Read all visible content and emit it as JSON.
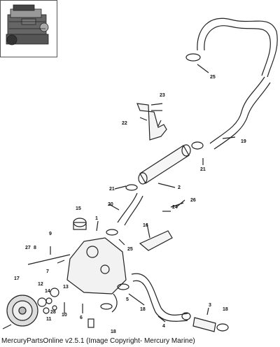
{
  "footer": {
    "caption": "MercuryPartsOnline v2.5.1 (Image Copyright- Mercury Marine)"
  },
  "thumbnail": {
    "icon": "engine-thumbnail-icon"
  },
  "callouts": [
    {
      "name": "callout-25-top",
      "text": "25"
    },
    {
      "name": "callout-23",
      "text": "23"
    },
    {
      "name": "callout-22",
      "text": "22"
    },
    {
      "name": "callout-19",
      "text": "19"
    },
    {
      "name": "callout-21-upper",
      "text": "21"
    },
    {
      "name": "callout-2",
      "text": "2"
    },
    {
      "name": "callout-21-lower",
      "text": "21"
    },
    {
      "name": "callout-26",
      "text": "26"
    },
    {
      "name": "callout-24",
      "text": "24"
    },
    {
      "name": "callout-15",
      "text": "15"
    },
    {
      "name": "callout-20",
      "text": "20"
    },
    {
      "name": "callout-1",
      "text": "1"
    },
    {
      "name": "callout-16",
      "text": "16"
    },
    {
      "name": "callout-25-mid",
      "text": "25"
    },
    {
      "name": "callout-9",
      "text": "9"
    },
    {
      "name": "callout-27",
      "text": "27"
    },
    {
      "name": "callout-8",
      "text": "8"
    },
    {
      "name": "callout-7",
      "text": "7"
    },
    {
      "name": "callout-17",
      "text": "17"
    },
    {
      "name": "callout-12",
      "text": "12"
    },
    {
      "name": "callout-14",
      "text": "14"
    },
    {
      "name": "callout-13",
      "text": "13"
    },
    {
      "name": "callout-28",
      "text": "28"
    },
    {
      "name": "callout-11",
      "text": "11"
    },
    {
      "name": "callout-10",
      "text": "10"
    },
    {
      "name": "callout-5",
      "text": "5"
    },
    {
      "name": "callout-18-mid",
      "text": "18"
    },
    {
      "name": "callout-6",
      "text": "6"
    },
    {
      "name": "callout-18-low",
      "text": "18"
    },
    {
      "name": "callout-4",
      "text": "4"
    },
    {
      "name": "callout-3",
      "text": "3"
    },
    {
      "name": "callout-18-right",
      "text": "18"
    }
  ]
}
